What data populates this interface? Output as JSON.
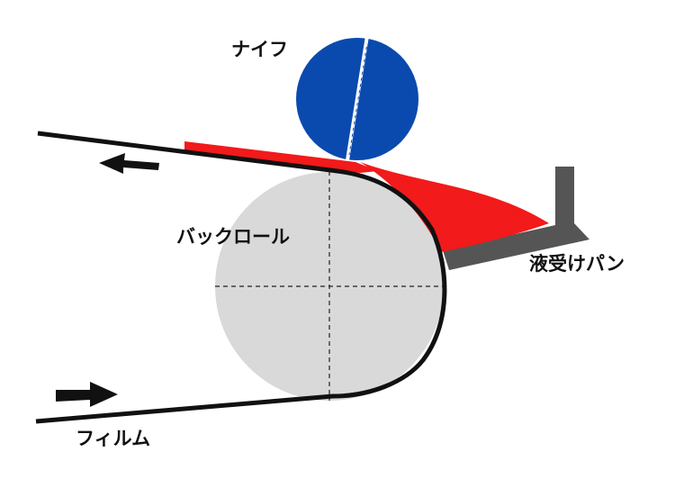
{
  "labels": {
    "knife": "ナイフ",
    "back_roll": "バックロール",
    "liquid_pan": "液受けパン",
    "film": "フィルム"
  },
  "colors": {
    "knife": "#0a4aae",
    "coating_liquid": "#f21a1a",
    "back_roll": "#d9d9d9",
    "pan": "#555555",
    "film": "#111111",
    "arrow": "#111111"
  }
}
